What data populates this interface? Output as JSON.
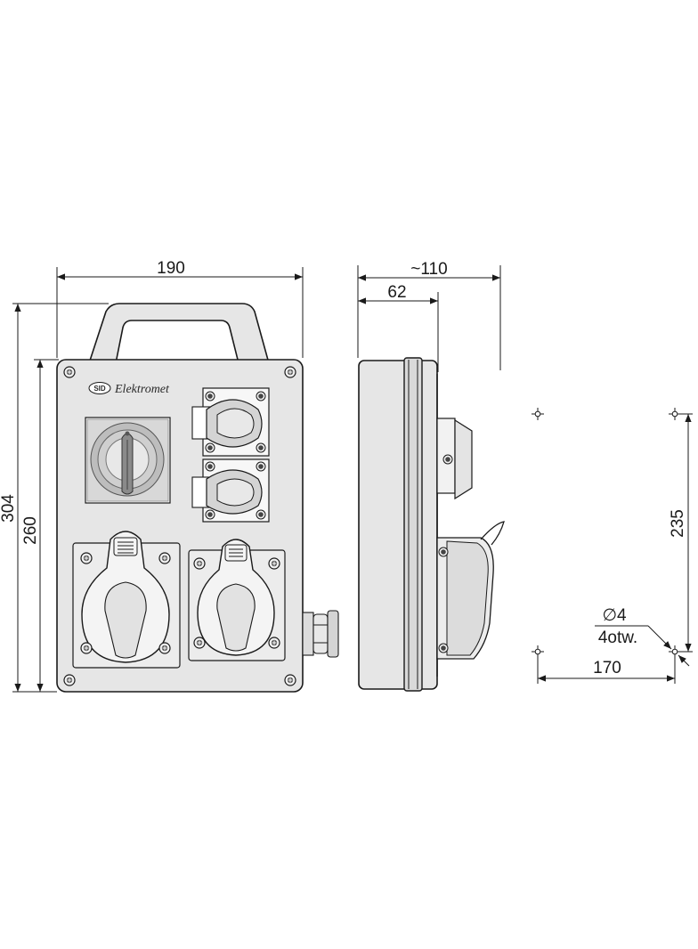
{
  "brand": {
    "logo": "SID",
    "name": "Elektromet"
  },
  "dimensions": {
    "width_front": "190",
    "height_total": "304",
    "height_body": "260",
    "depth_total": "~110",
    "depth_body": "62",
    "mount_vertical": "235",
    "mount_horizontal": "170",
    "hole_diameter": "∅4",
    "hole_count": "4otw."
  },
  "colors": {
    "line": "#1a1a1a",
    "body_fill": "#e6e6e6"
  }
}
